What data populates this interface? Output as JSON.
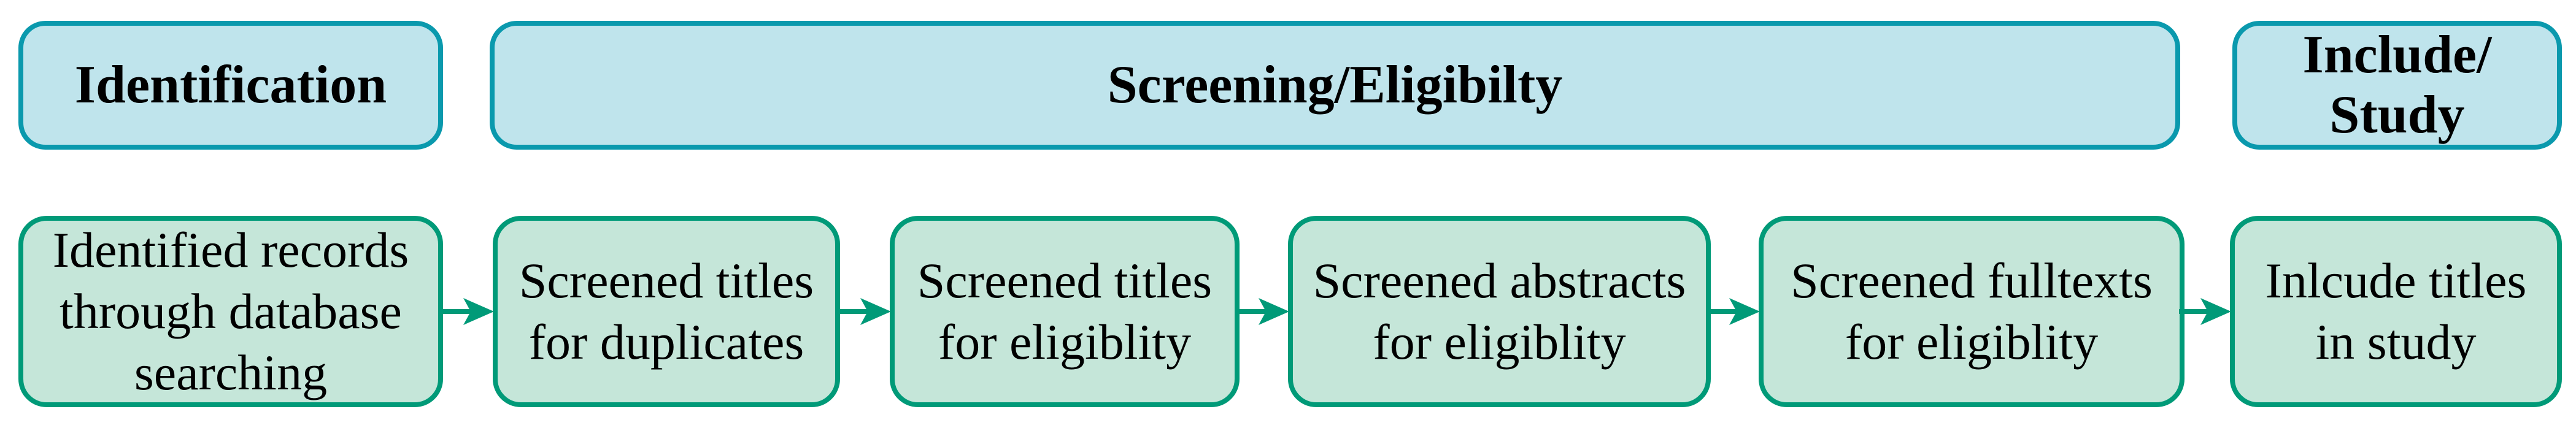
{
  "colors": {
    "background": "#ffffff",
    "text": "#000000",
    "teal_border": "#0a99ad",
    "blue_fill": "#bfe4ec",
    "green_border": "#009a78",
    "mint_fill": "#c5e6d9"
  },
  "diagram": {
    "type": "flowchart",
    "headers": [
      {
        "label": "Identification"
      },
      {
        "label": "Screening/Eligibilty"
      },
      {
        "label": "Include/\nStudy"
      }
    ],
    "steps": [
      {
        "label": "Identified records\nthrough database\nsearching"
      },
      {
        "label": "Screened titles\nfor duplicates"
      },
      {
        "label": "Screened titles\nfor eligiblity"
      },
      {
        "label": "Screened abstracts\nfor eligiblity"
      },
      {
        "label": "Screened fulltexts\nfor eligiblity"
      },
      {
        "label": "Inlcude titles\nin study"
      }
    ]
  }
}
